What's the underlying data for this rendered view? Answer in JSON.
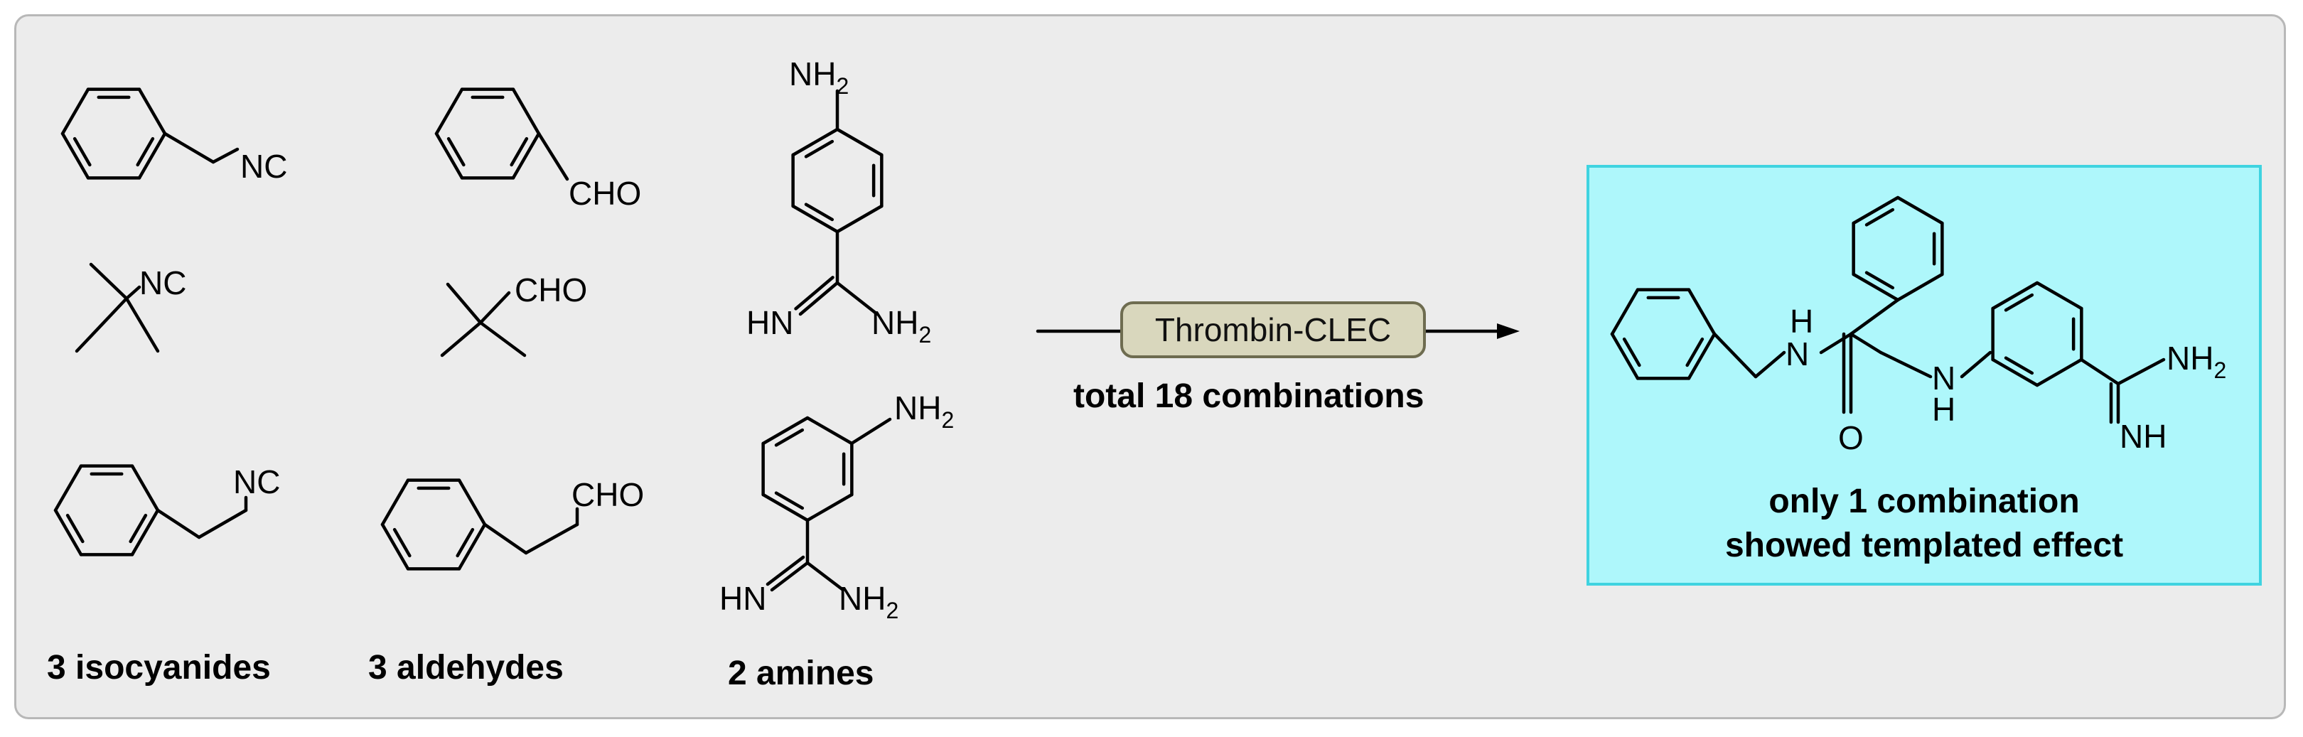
{
  "labels": {
    "nc": "NC",
    "cho": "CHO",
    "nh": "NH",
    "hn": "HN",
    "h": "H",
    "n": "N",
    "o": "O",
    "sub2": "2"
  },
  "reagent": "Thrombin-CLEC",
  "captions": {
    "isocyanides": "3 isocyanides",
    "aldehydes": "3 aldehydes",
    "amines": "2 amines",
    "combinations": "total 18 combinations"
  },
  "result": {
    "line1": "only 1 combination",
    "line2": "showed templated effect"
  }
}
